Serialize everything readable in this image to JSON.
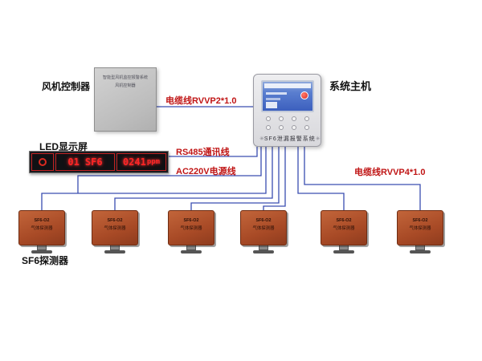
{
  "labels": {
    "fan_controller": "风机控制器",
    "system_host": "系统主机",
    "led_display": "LED显示屏",
    "sf6_detector": "SF6探测器"
  },
  "cables": {
    "rvvp2": "电缆线RVVP2*1.0",
    "rs485": "RS485通讯线",
    "ac220v": "AC220V电源线",
    "rvvp4": "电缆线RVVP4*1.0"
  },
  "fan_box": {
    "line1": "智能型风机监控报警系统",
    "line2": "风机控制器"
  },
  "host": {
    "bottom_label": "SF6泄漏报警系统",
    "decor_icon": "✳"
  },
  "led": {
    "channel": "01",
    "gas": "SF6",
    "value": "0241",
    "unit": "ppm"
  },
  "detector": {
    "line1": "SF6-O2",
    "line2": "气体探测器"
  },
  "colors": {
    "wire": "#3a4db0",
    "cable_label": "#c01515",
    "detector_body": "#b0512d",
    "led_glow": "#ff2525",
    "screen_blue": "#4a6fc8"
  }
}
